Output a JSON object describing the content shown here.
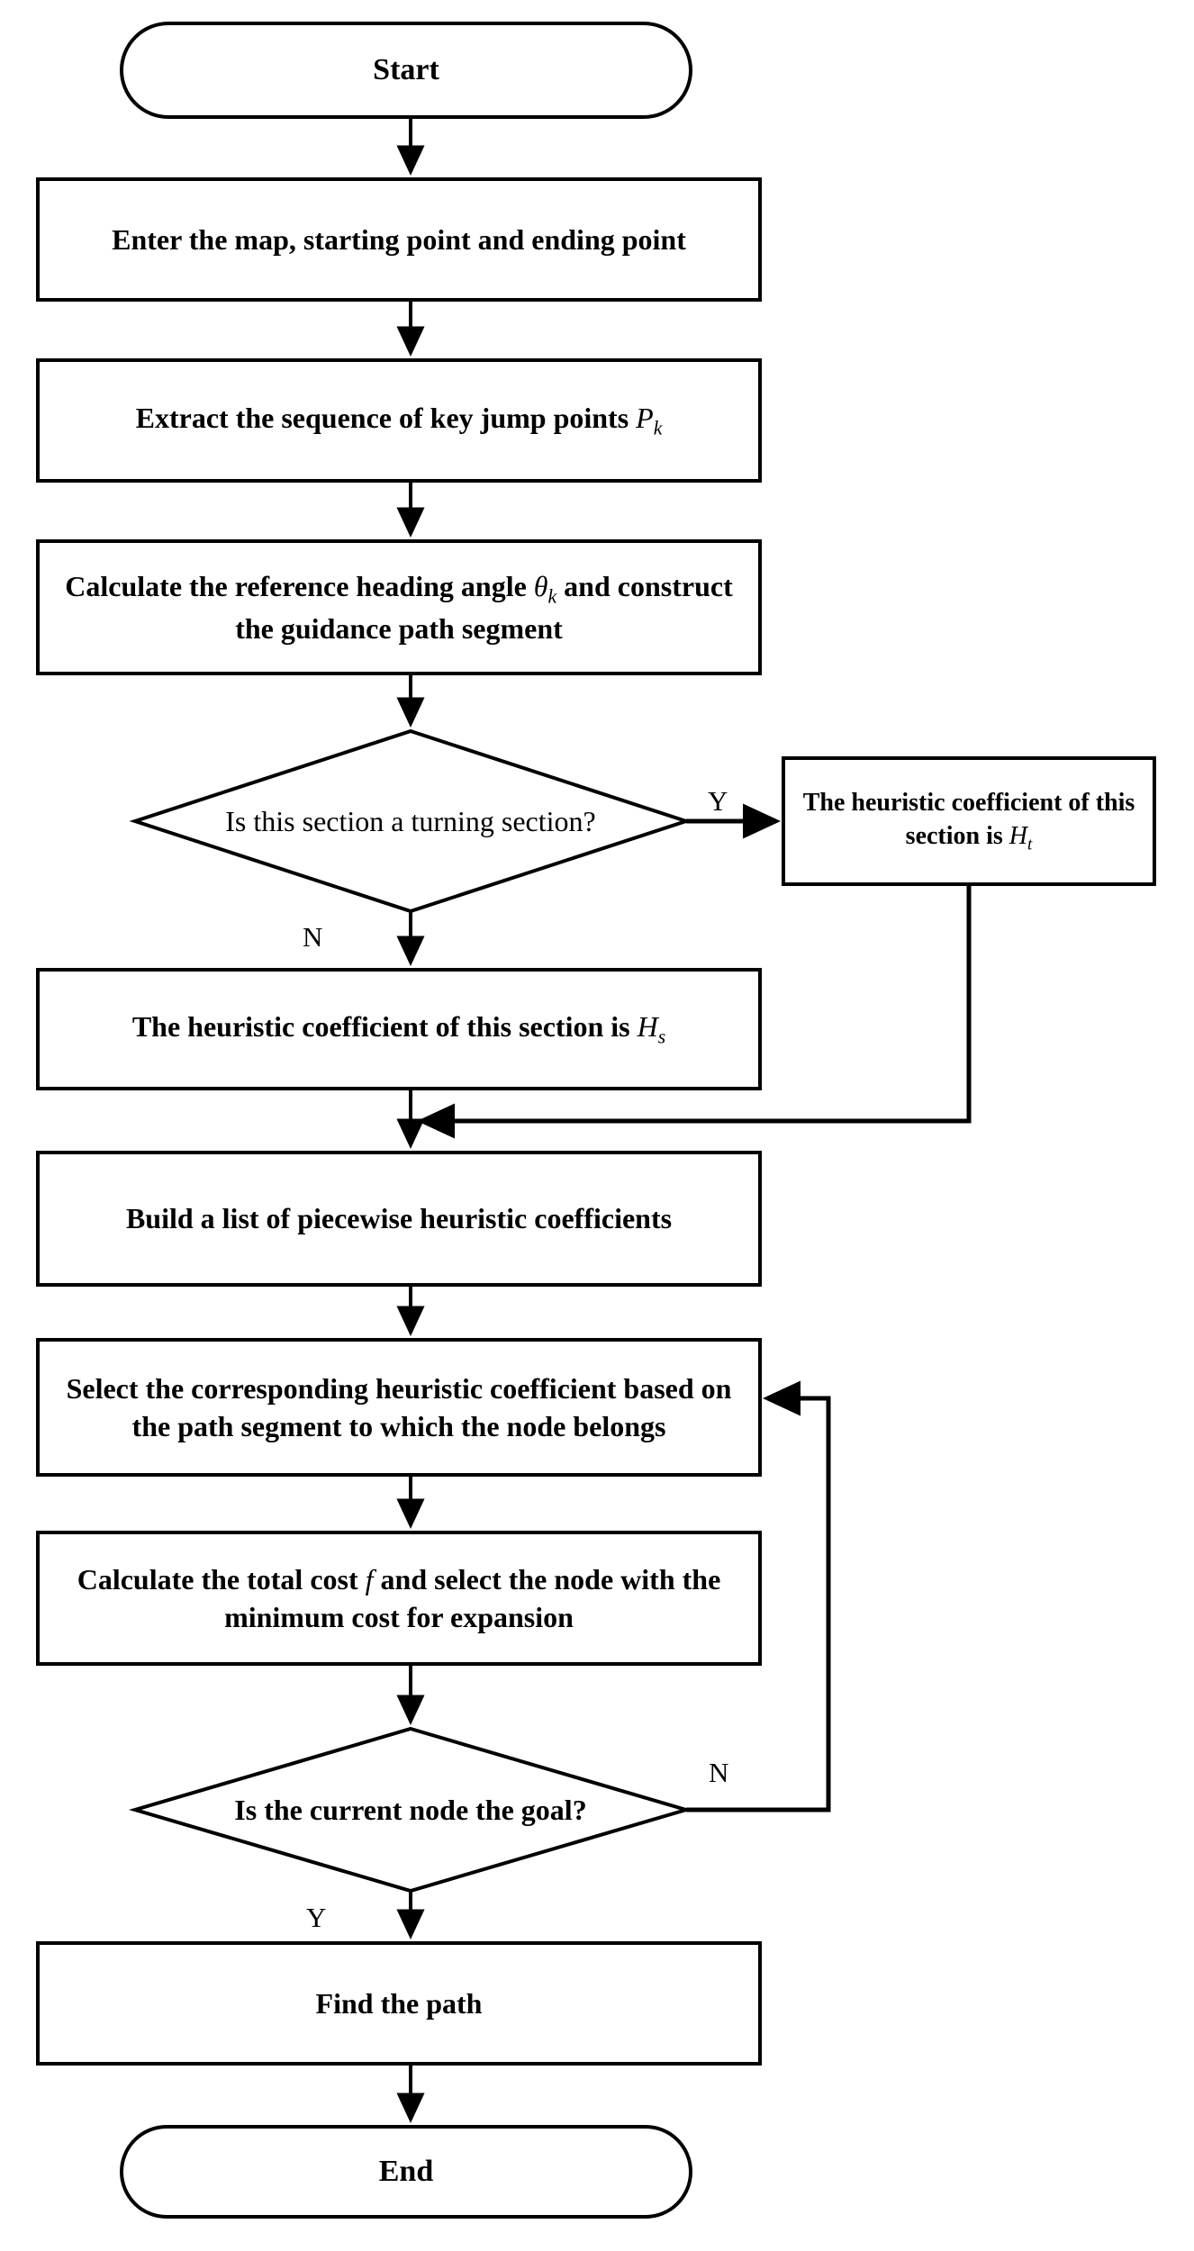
{
  "diagram": {
    "title": "Path planning algorithm flowchart",
    "type": "flowchart",
    "stroke_color": "#000000",
    "fill_color": "#ffffff",
    "background_color": "#ffffff"
  },
  "nodes": {
    "start": {
      "label": "Start",
      "shape": "terminator"
    },
    "input_map": {
      "label": "Enter the map, starting point and ending point",
      "shape": "process"
    },
    "extract_jump_points": {
      "label_pre": "Extract the sequence of key jump points ",
      "var": "P",
      "sub": "k",
      "label_post": "",
      "shape": "process"
    },
    "heading_angle": {
      "label_pre": "Calculate the reference heading angle ",
      "var": "θ",
      "sub": "k",
      "label_post": " and construct the guidance path segment",
      "shape": "process"
    },
    "turning_decision": {
      "label": "Is this section a turning section?",
      "shape": "decision"
    },
    "coef_turn": {
      "label_pre": "The heuristic coefficient of this section is ",
      "var": "H",
      "sub": "t",
      "label_post": "",
      "shape": "process"
    },
    "coef_straight": {
      "label_pre": "The heuristic coefficient of this section is ",
      "var": "H",
      "sub": "s",
      "label_post": "",
      "shape": "process"
    },
    "build_list": {
      "label": "Build a list of piecewise heuristic coefficients",
      "shape": "process"
    },
    "select_coef": {
      "label": "Select the corresponding heuristic coefficient based on the path segment to which the node belongs",
      "shape": "process"
    },
    "total_cost": {
      "label_pre": "Calculate the total cost ",
      "var": "f",
      "sub": "",
      "label_post": " and select the node with the minimum cost for expansion",
      "shape": "process"
    },
    "goal_decision": {
      "label": "Is the current node the goal?",
      "shape": "decision"
    },
    "find_path": {
      "label": "Find the path",
      "shape": "process"
    },
    "end": {
      "label": "End",
      "shape": "terminator"
    }
  },
  "branch_labels": {
    "turning_yes": "Y",
    "turning_no": "N",
    "goal_no": "N",
    "goal_yes": "Y"
  },
  "edges": [
    {
      "from": "start",
      "to": "input_map",
      "label": ""
    },
    {
      "from": "input_map",
      "to": "extract_jump_points",
      "label": ""
    },
    {
      "from": "extract_jump_points",
      "to": "heading_angle",
      "label": ""
    },
    {
      "from": "heading_angle",
      "to": "turning_decision",
      "label": ""
    },
    {
      "from": "turning_decision",
      "to": "coef_turn",
      "label": "Y"
    },
    {
      "from": "turning_decision",
      "to": "coef_straight",
      "label": "N"
    },
    {
      "from": "coef_turn",
      "to": "build_list",
      "label": ""
    },
    {
      "from": "coef_straight",
      "to": "build_list",
      "label": ""
    },
    {
      "from": "build_list",
      "to": "select_coef",
      "label": ""
    },
    {
      "from": "select_coef",
      "to": "total_cost",
      "label": ""
    },
    {
      "from": "total_cost",
      "to": "goal_decision",
      "label": ""
    },
    {
      "from": "goal_decision",
      "to": "select_coef",
      "label": "N"
    },
    {
      "from": "goal_decision",
      "to": "find_path",
      "label": "Y"
    },
    {
      "from": "find_path",
      "to": "end",
      "label": ""
    }
  ]
}
